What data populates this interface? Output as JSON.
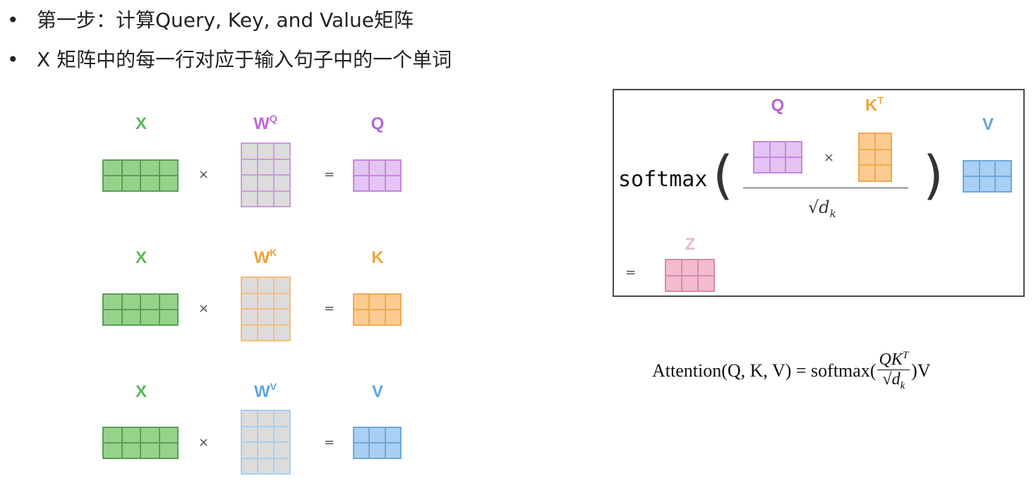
{
  "bullets": [
    {
      "dot": "•",
      "text": "第一步：计算Query, Key, and Value矩阵"
    },
    {
      "dot": "•",
      "text": "X 矩阵中的每一行对应于输入句子中的一个单词"
    }
  ],
  "rows": [
    {
      "input": "X",
      "weight": "W",
      "weight_sup": "Q",
      "output": "Q",
      "times": "×",
      "equals": "="
    },
    {
      "input": "X",
      "weight": "W",
      "weight_sup": "K",
      "output": "K",
      "times": "×",
      "equals": "="
    },
    {
      "input": "X",
      "weight": "W",
      "weight_sup": "V",
      "output": "V",
      "times": "×",
      "equals": "="
    }
  ],
  "attention_box": {
    "softmax": "softmax",
    "left_paren": "(",
    "right_paren": ")",
    "q_label": "Q",
    "k_label": "K",
    "k_sup": "T",
    "times": "×",
    "denominator": "√d",
    "denominator_sub": "k",
    "v_label": "V",
    "equals": "=",
    "z_label": "Z"
  },
  "formula": {
    "lhs": "Attention(Q, K, V) = softmax(",
    "numerator": "QK",
    "numerator_sup": "T",
    "denominator": "√d",
    "denominator_sub": "k",
    "rhs": ")V"
  },
  "colors": {
    "green": "#5cb85c",
    "purple": "#b266d6",
    "orange": "#f0a23c",
    "blue": "#5ea6e0",
    "pink": "#f2b7cc"
  }
}
